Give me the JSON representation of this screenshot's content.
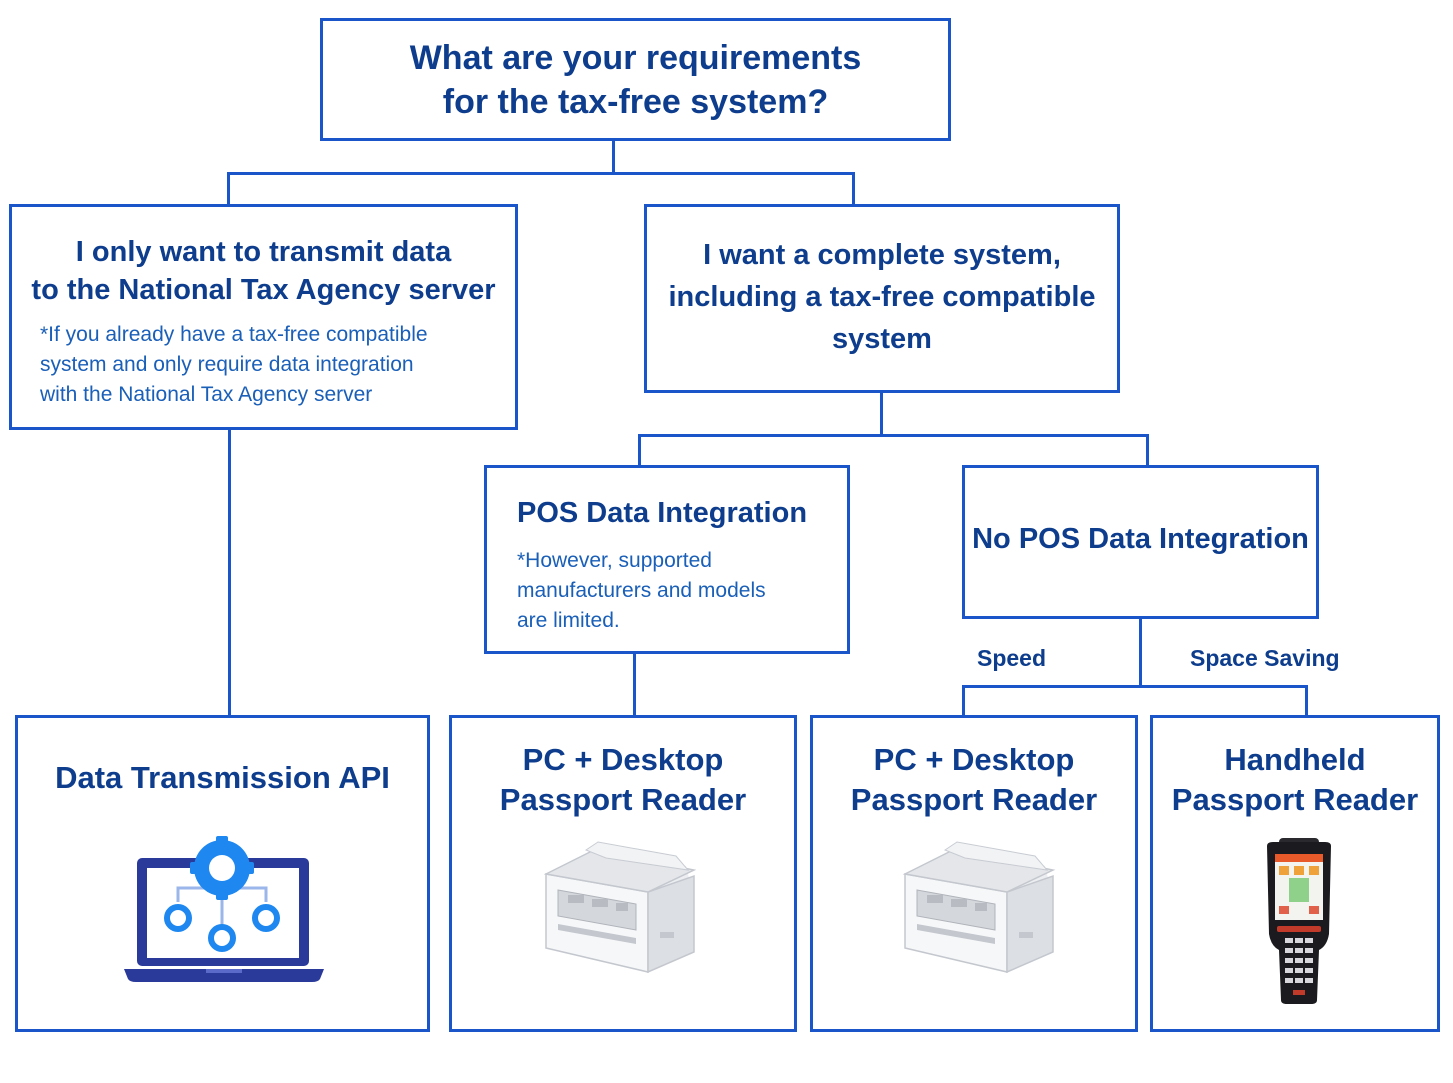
{
  "root": {
    "title": "What are your requirements\nfor the tax-free system?"
  },
  "options": {
    "transmit": {
      "title": "I only want to transmit data\nto the National Tax Agency server",
      "note": "*If you already have a tax-free compatible\n  system and only require data integration\n  with the National Tax Agency server"
    },
    "complete": {
      "title": "I want a complete system,\nincluding a tax-free compatible\nsystem"
    }
  },
  "sub": {
    "pos": {
      "title": "POS Data Integration",
      "note": "*However, supported\n  manufacturers and models\n  are limited."
    },
    "nopos": {
      "title": "No POS Data Integration"
    }
  },
  "branch_labels": {
    "speed": "Speed",
    "space": "Space Saving"
  },
  "results": [
    {
      "title": "Data Transmission API",
      "image": "laptop-api-icon"
    },
    {
      "title": "PC + Desktop\nPassport Reader",
      "image": "desktop-passport-reader"
    },
    {
      "title": "PC + Desktop\nPassport Reader",
      "image": "desktop-passport-reader"
    },
    {
      "title": "Handheld\nPassport Reader",
      "image": "handheld-passport-reader"
    }
  ],
  "colors": {
    "border": "#1a56c9",
    "text": "#0d3d8c",
    "note": "#1a5fb8"
  }
}
